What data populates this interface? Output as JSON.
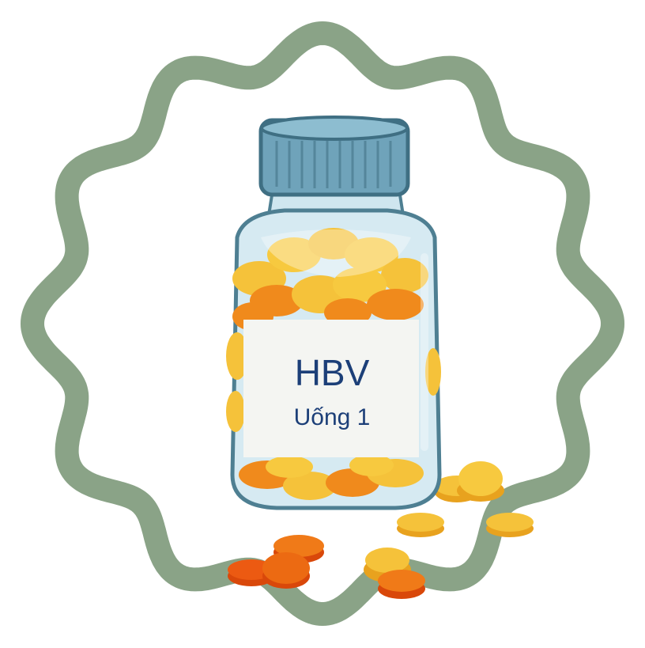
{
  "label": {
    "title": "HBV",
    "subtitle": "Uống 1"
  },
  "colors": {
    "frame": "#8aa387",
    "cap": "#6fa3ba",
    "cap_dark": "#3f6f83",
    "glass": "#cfe6ef",
    "glass_edge": "#4e7f92",
    "label_bg": "#f4f5f2",
    "text": "#1c3f78",
    "pill_yellow": "#f5c23a",
    "pill_yellow_dark": "#e8a21e",
    "pill_orange": "#f08a1c",
    "pill_red": "#ec5a12"
  },
  "icons": {
    "frame": "wavy-circle-frame",
    "bottle": "pill-bottle-icon"
  }
}
